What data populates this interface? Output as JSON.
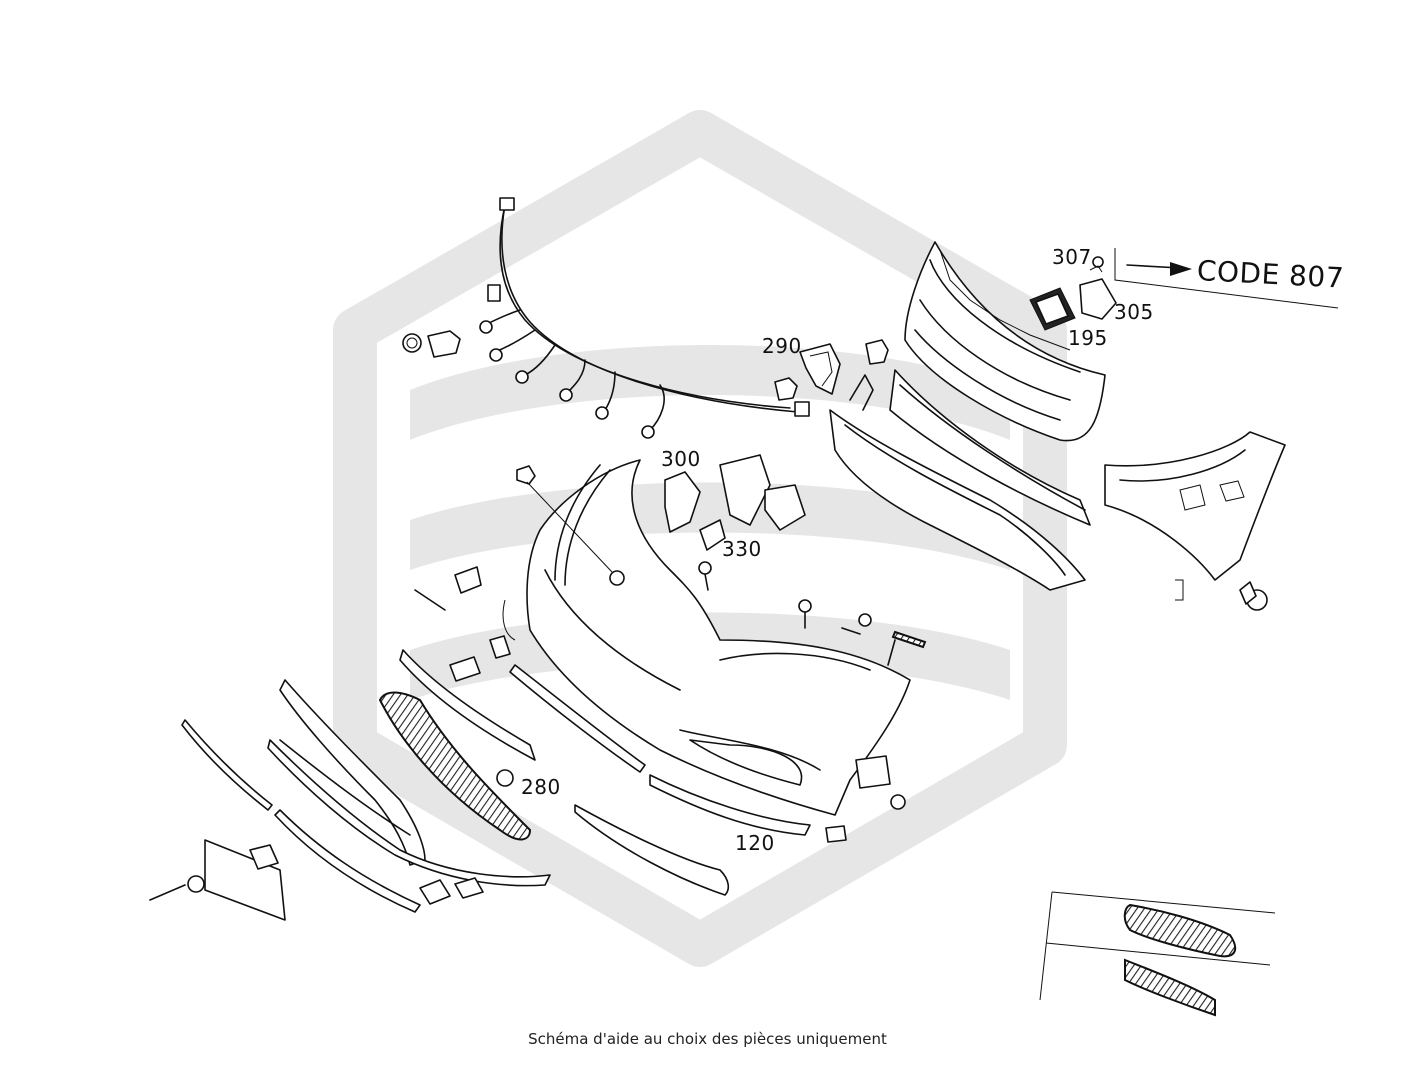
{
  "diagram": {
    "part_labels": {
      "p307": "307",
      "p305": "305",
      "p195": "195",
      "p290": "290",
      "p300": "300",
      "p330": "330",
      "p280": "280",
      "p120": "120"
    },
    "code_label": "CODE 807",
    "caption": "Schéma d'aide au choix des pièces uniquement",
    "watermark_color": "#e6e6e6",
    "line_color": "#111111"
  }
}
